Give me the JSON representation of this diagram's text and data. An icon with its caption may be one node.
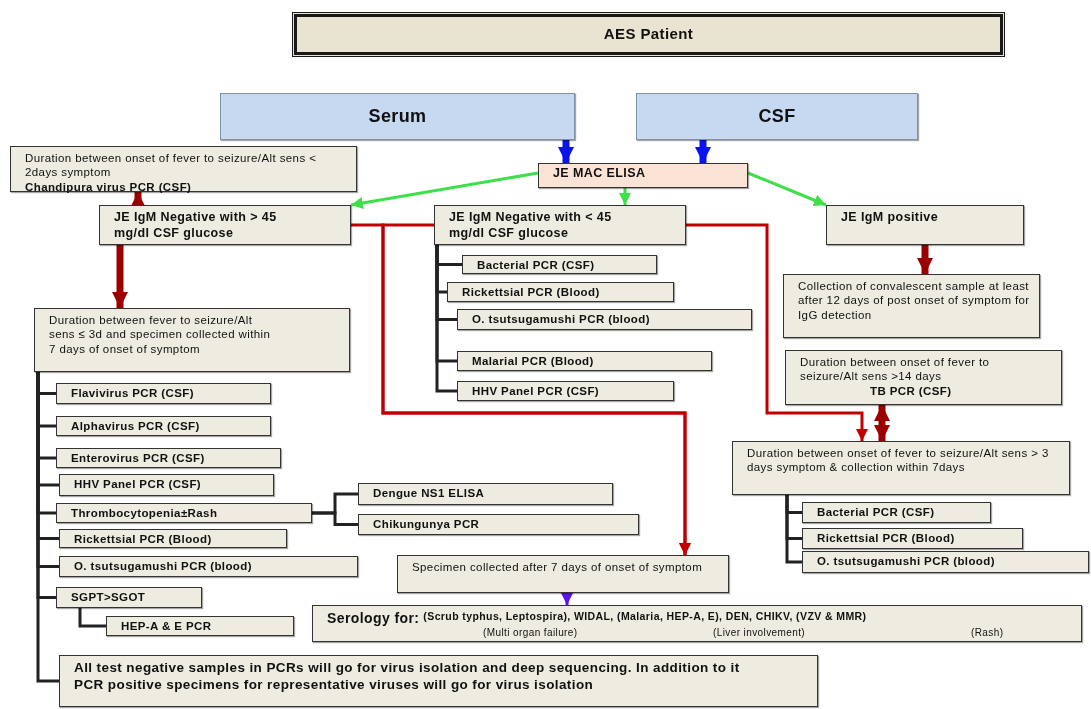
{
  "diagram": {
    "nodes": [
      {
        "text": [
          "AES Patient"
        ]
      },
      {
        "text": [
          "Serum"
        ]
      },
      {
        "text": [
          "CSF"
        ]
      },
      {
        "text": [
          "JE MAC ELISA"
        ]
      },
      {
        "text": [
          "Duration between onset of fever to seizure/Alt sens < 2days symptom",
          "Chandipura virus PCR (CSF)"
        ]
      },
      {
        "text": [
          "JE IgM Negative with > 45 mg/dl CSF glucose"
        ]
      },
      {
        "text": [
          "JE IgM Negative with < 45 mg/dl CSF glucose"
        ]
      },
      {
        "text": [
          "JE IgM positive"
        ]
      },
      {
        "text": [
          "Bacterial PCR (CSF)"
        ]
      },
      {
        "text": [
          "Rickettsial PCR (Blood)"
        ]
      },
      {
        "text": [
          "O. tsutsugamushi PCR (blood)"
        ]
      },
      {
        "text": [
          "Malarial PCR (Blood)"
        ]
      },
      {
        "text": [
          "HHV Panel PCR (CSF)"
        ]
      },
      {
        "text": [
          "Collection of convalescent sample at least after 12 days of post onset of symptom for IgG detection"
        ]
      },
      {
        "text": [
          "Duration between onset of fever to seizure/Alt sens >14 days",
          "TB PCR (CSF)"
        ]
      },
      {
        "text": [
          "Duration between fever to seizure/Alt sens ≤ 3d and specimen collected within 7 days of onset of symptom"
        ]
      },
      {
        "text": [
          "Flavivirus PCR (CSF)"
        ]
      },
      {
        "text": [
          "Alphavirus PCR (CSF)"
        ]
      },
      {
        "text": [
          "Enterovirus PCR (CSF)"
        ]
      },
      {
        "text": [
          "HHV Panel PCR (CSF)"
        ]
      },
      {
        "text": [
          "Thrombocytopenia±Rash"
        ]
      },
      {
        "text": [
          "Dengue NS1 ELISA"
        ]
      },
      {
        "text": [
          "Chikungunya PCR"
        ]
      },
      {
        "text": [
          "Rickettsial PCR (Blood)"
        ]
      },
      {
        "text": [
          "O. tsutsugamushi PCR (blood)"
        ]
      },
      {
        "text": [
          "SGPT>SGOT"
        ]
      },
      {
        "text": [
          "HEP-A & E PCR"
        ]
      },
      {
        "text": [
          "Duration between onset of fever to seizure/Alt sens > 3 days symptom & collection within 7days"
        ]
      },
      {
        "text": [
          "Bacterial PCR (CSF)"
        ]
      },
      {
        "text": [
          "Rickettsial PCR (Blood)"
        ]
      },
      {
        "text": [
          "O. tsutsugamushi PCR (blood)"
        ]
      },
      {
        "text": [
          "Specimen collected after 7 days of onset of symptom"
        ]
      },
      {
        "text": [
          "Serology for:",
          "(Scrub typhus, Leptospira), WIDAL, (Malaria, HEP-A, E), DEN, CHIKV, (VZV & MMR)",
          "(Multi organ failure)",
          "(Liver involvement)",
          "(Rash)"
        ]
      },
      {
        "text": [
          "All test negative samples in PCRs will go for virus isolation and deep sequencing. In addition to it PCR positive specimens for representative viruses will go for virus isolation"
        ]
      }
    ],
    "edges": [
      {
        "from": 1,
        "to": 3,
        "arrow": "to",
        "style": "thick",
        "color": "#0a14f0"
      },
      {
        "from": 2,
        "to": 3,
        "arrow": "to",
        "style": "thick",
        "color": "#0a14f0"
      },
      {
        "from": 3,
        "to": 5,
        "arrow": "to",
        "color": "#3ee04a"
      },
      {
        "from": 3,
        "to": 6,
        "arrow": "to",
        "color": "#3ee04a"
      },
      {
        "from": 3,
        "to": 7,
        "arrow": "to",
        "color": "#3ee04a"
      },
      {
        "from": 5,
        "to": 4,
        "arrow": "to",
        "style": "thick",
        "color": "#9b0000"
      },
      {
        "from": 5,
        "to": 15,
        "arrow": "to",
        "style": "thick",
        "color": "#9b0000"
      },
      {
        "from": 5,
        "to": 31,
        "arrow": "to",
        "color": "#c00000"
      },
      {
        "from": 6,
        "to": 31,
        "arrow": "to",
        "color": "#c00000"
      },
      {
        "from": 6,
        "to": 27,
        "arrow": "to",
        "color": "#c00000"
      },
      {
        "from": 7,
        "to": 13,
        "arrow": "to",
        "style": "thick",
        "color": "#9b0000"
      },
      {
        "from": 14,
        "to": 27,
        "arrow": "both",
        "style": "thick",
        "color": "#9b0000"
      },
      {
        "from": 6,
        "to": 8,
        "arrow": "none"
      },
      {
        "from": 6,
        "to": 9,
        "arrow": "none"
      },
      {
        "from": 6,
        "to": 10,
        "arrow": "none"
      },
      {
        "from": 6,
        "to": 11,
        "arrow": "none"
      },
      {
        "from": 6,
        "to": 12,
        "arrow": "none"
      },
      {
        "from": 15,
        "to": 16,
        "arrow": "none"
      },
      {
        "from": 15,
        "to": 17,
        "arrow": "none"
      },
      {
        "from": 15,
        "to": 18,
        "arrow": "none"
      },
      {
        "from": 15,
        "to": 19,
        "arrow": "none"
      },
      {
        "from": 15,
        "to": 20,
        "arrow": "none"
      },
      {
        "from": 15,
        "to": 23,
        "arrow": "none"
      },
      {
        "from": 15,
        "to": 24,
        "arrow": "none"
      },
      {
        "from": 15,
        "to": 25,
        "arrow": "none"
      },
      {
        "from": 15,
        "to": 33,
        "arrow": "none"
      },
      {
        "from": 20,
        "to": 21,
        "arrow": "none"
      },
      {
        "from": 20,
        "to": 22,
        "arrow": "none"
      },
      {
        "from": 25,
        "to": 26,
        "arrow": "none"
      },
      {
        "from": 27,
        "to": 28,
        "arrow": "none"
      },
      {
        "from": 27,
        "to": 29,
        "arrow": "none"
      },
      {
        "from": 27,
        "to": 30,
        "arrow": "none"
      },
      {
        "from": 31,
        "to": 32,
        "arrow": "to",
        "color": "#5a14f0"
      }
    ]
  }
}
